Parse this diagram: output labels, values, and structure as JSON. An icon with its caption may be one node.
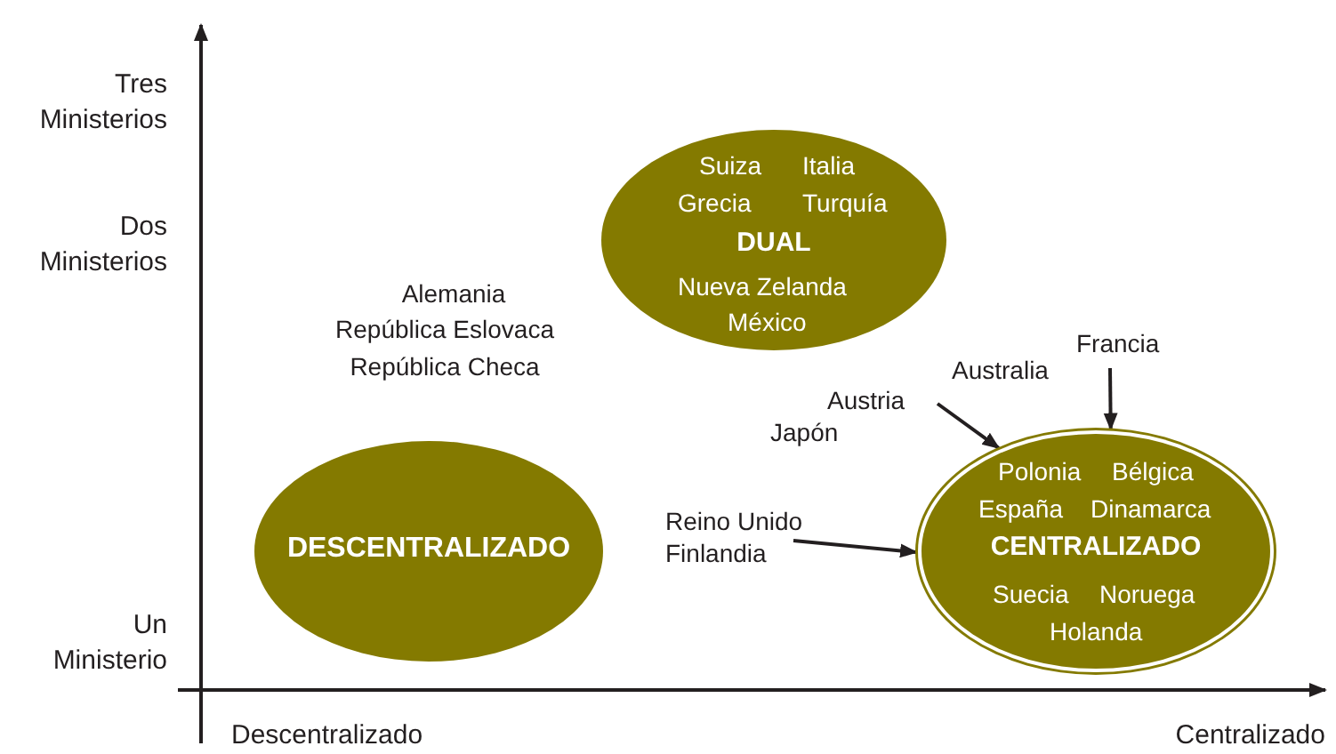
{
  "diagram": {
    "nodes": [
      {
        "text": [
          "Suiza",
          "Italia",
          "Grecia",
          "Turquía",
          "DUAL",
          "Nueva Zelanda",
          "México"
        ]
      },
      {
        "text": [
          "DESCENTRALIZADO"
        ]
      },
      {
        "text": [
          "Polonia",
          "Bélgica",
          "España",
          "Dinamarca",
          "CENTRALIZADO",
          "Suecia",
          "Noruega",
          "Holanda"
        ]
      },
      {
        "text": [
          "Austria",
          "Japón"
        ]
      },
      {
        "text": [
          "Francia"
        ]
      },
      {
        "text": [
          "Reino Unido Finlandia"
        ]
      }
    ],
    "edges": [
      {
        "from": 3,
        "to": 2,
        "arrow": "to"
      },
      {
        "from": 4,
        "to": 2,
        "arrow": "to"
      },
      {
        "from": 5,
        "to": 2,
        "arrow": "to"
      }
    ],
    "labels": [
      "Tres Ministerios",
      "Dos Ministerios",
      "Un Ministerio",
      "Alemania",
      "República Eslovaca",
      "República Checa",
      "Australia",
      "Descentralizado",
      "Centralizado"
    ]
  }
}
